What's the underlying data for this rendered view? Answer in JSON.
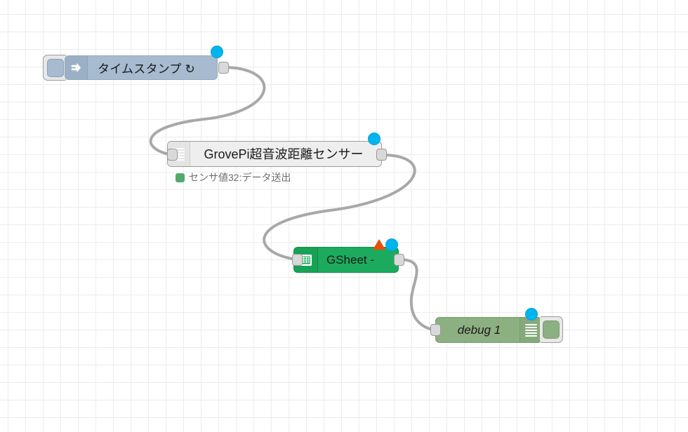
{
  "canvas": {
    "grid_color": "#ececec",
    "background": "#ffffff",
    "wire_color": "#a8a8a8"
  },
  "nodes": [
    {
      "id": "inject",
      "type": "inject",
      "label": "タイムスタンプ ↻",
      "color": "#a6bbcf",
      "icon": "arrow-right-icon",
      "has_button": true,
      "selected": true
    },
    {
      "id": "grovepi",
      "type": "grovepi-ultrasonic",
      "label": "GrovePi超音波距離センサー",
      "color": "#eeeeee",
      "icon": "menu-stripes-icon",
      "selected": true,
      "status": {
        "text": "センサ値32:データ送出",
        "shape_color": "#53a96b"
      }
    },
    {
      "id": "gsheet",
      "type": "gsheet",
      "label": "GSheet -",
      "color": "#1cab5e",
      "icon": "spreadsheet-icon",
      "selected": true,
      "warning": true,
      "warning_color": "#e8500a"
    },
    {
      "id": "debug",
      "type": "debug",
      "label": "debug 1",
      "color": "#8cb081",
      "icon": "menu-stripes-icon",
      "has_button": true,
      "selected": true
    }
  ],
  "status_dot_color": "#00b4f0",
  "wires": [
    {
      "from": "inject",
      "to": "grovepi"
    },
    {
      "from": "grovepi",
      "to": "gsheet"
    },
    {
      "from": "gsheet",
      "to": "debug"
    }
  ]
}
